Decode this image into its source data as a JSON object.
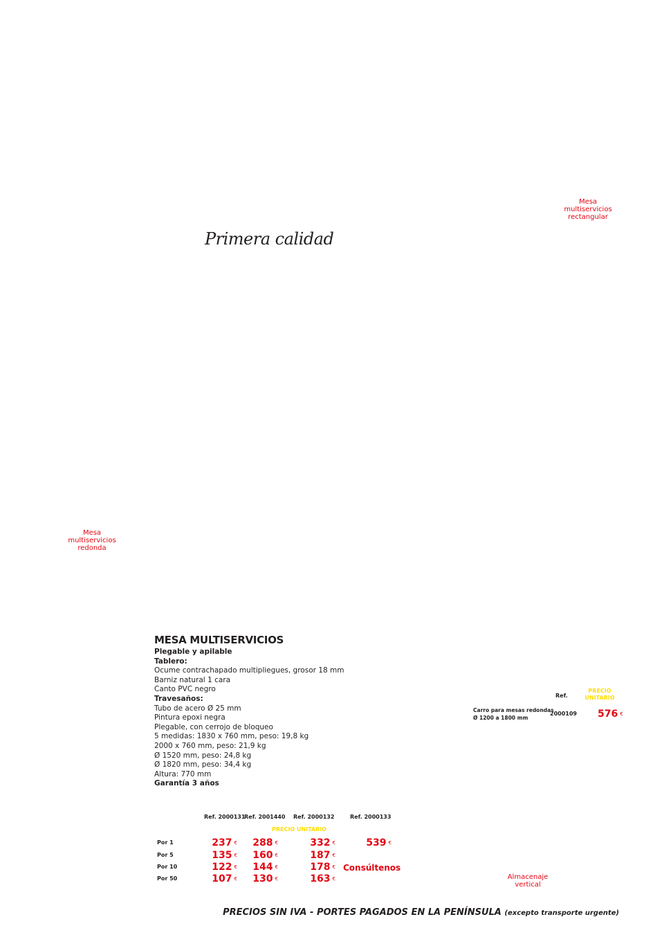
{
  "captions": {
    "rectangular": [
      "Mesa",
      "multiservicios",
      "rectangular"
    ],
    "round": [
      "Mesa",
      "multiservicios",
      "redonda"
    ],
    "storage": [
      "Almacenaje",
      "vertical"
    ]
  },
  "tagline": "Primera calidad",
  "product": {
    "title": "MESA MULTISERVICIOS",
    "lines": [
      {
        "text": "Plegable y apilable",
        "bold": true
      },
      {
        "text": "Tablero:",
        "bold": true
      },
      {
        "text": "Ocume contrachapado multipliegues, grosor 18 mm",
        "bold": false
      },
      {
        "text": "Barniz natural 1 cara",
        "bold": false
      },
      {
        "text": "Canto PVC negro",
        "bold": false
      },
      {
        "text": "Travesaños:",
        "bold": true
      },
      {
        "text": "Tubo de acero Ø 25 mm",
        "bold": false
      },
      {
        "text": "Pintura epoxi negra",
        "bold": false
      },
      {
        "text": "Plegable, con cerrojo de bloqueo",
        "bold": false
      },
      {
        "text": "5 medidas: 1830 x 760 mm, peso: 19,8 kg",
        "bold": false
      },
      {
        "text": "2000 x 760 mm, peso: 21,9 kg",
        "bold": false
      },
      {
        "text": "Ø 1520 mm, peso: 24,8 kg",
        "bold": false
      },
      {
        "text": "Ø 1820 mm, peso: 34,4 kg",
        "bold": false
      },
      {
        "text": "Altura: 770 mm",
        "bold": false
      },
      {
        "text": "Garantía 3 años",
        "bold": true
      }
    ]
  },
  "cart": {
    "ref_header": "Ref.",
    "price_header": [
      "PRECIO",
      "UNITARIO"
    ],
    "description": [
      "Carro para mesas redondas",
      "Ø 1200 a 1800 mm"
    ],
    "ref": "2000109",
    "price": "576",
    "currency": "€"
  },
  "price_table": {
    "refs": [
      "Ref. 2000131",
      "Ref. 2001440",
      "Ref. 2000132",
      "Ref. 2000133"
    ],
    "subheader": "PRECIO UNITARIO",
    "currency": "€",
    "rows": [
      {
        "label": "Por 1",
        "prices": [
          "237",
          "288",
          "332",
          "539"
        ]
      },
      {
        "label": "Por 5",
        "prices": [
          "135",
          "160",
          "187",
          ""
        ]
      },
      {
        "label": "Por 10",
        "prices": [
          "122",
          "144",
          "178",
          "Consúltenos"
        ]
      },
      {
        "label": "Por 50",
        "prices": [
          "107",
          "130",
          "163",
          ""
        ]
      }
    ]
  },
  "footer": {
    "main": "PRECIOS SIN IVA - PORTES PAGADOS EN LA PENÍNSULA",
    "note": "(excepto transporte urgente)"
  }
}
